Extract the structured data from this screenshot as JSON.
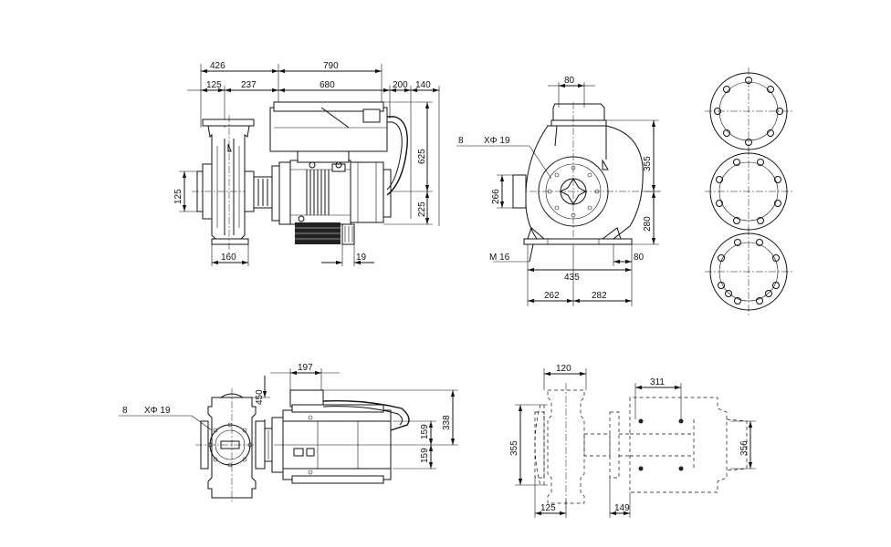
{
  "labels": {
    "side": {
      "d426": "426",
      "d790": "790",
      "d125": "125",
      "d237": "237",
      "d680": "680",
      "d200": "200",
      "d140": "140",
      "d625": "625",
      "d225": "225",
      "d125v": "125",
      "d160": "160",
      "d19": "19"
    },
    "front": {
      "d80": "80",
      "holes": "8",
      "phi": "XΦ 19",
      "d355": "355",
      "d266": "266",
      "d280": "280",
      "m16": "M 16",
      "d435": "435",
      "d80b": "80",
      "d262": "262",
      "d282": "282"
    },
    "plan": {
      "holes": "8",
      "phi": "XΦ 19",
      "d197": "197",
      "d450": "450",
      "d338": "338",
      "d159a": "159",
      "d159b": "159"
    },
    "base": {
      "d120": "120",
      "d311": "311",
      "d355": "355",
      "d356": "356",
      "d125": "125",
      "d149": "149"
    }
  }
}
